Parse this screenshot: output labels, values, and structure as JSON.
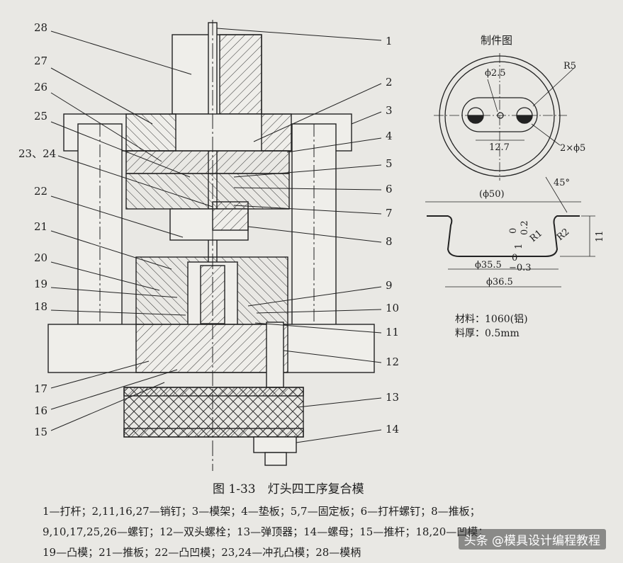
{
  "part_labels": {
    "l28": "28",
    "l27": "27",
    "l26": "26",
    "l25": "25",
    "l2324": "23、24",
    "l22": "22",
    "l21": "21",
    "l20": "20",
    "l19": "19",
    "l18": "18",
    "l17": "17",
    "l16": "16",
    "l15": "15",
    "l1": "1",
    "l2": "2",
    "l3": "3",
    "l4": "4",
    "l5": "5",
    "l6": "6",
    "l7": "7",
    "l8": "8",
    "l9": "9",
    "l10": "10",
    "l11": "11",
    "l12": "12",
    "l13": "13",
    "l14": "14"
  },
  "part_drawing": {
    "title": "制件图",
    "dims": {
      "d25": "ϕ2.5",
      "r5": "R5",
      "w127": "12.7",
      "hole": "2×ϕ5",
      "d50": "(ϕ50)",
      "a45": "45°",
      "t02": "0.2",
      "h1": "1",
      "h0": "0",
      "r1": "R1",
      "r2": "R2",
      "h11": "11",
      "d355": "ϕ35.5",
      "tol_up": "0",
      "tol_low": "−0.3",
      "d365": "ϕ36.5"
    }
  },
  "material": {
    "line1": "材料：1060(铝)",
    "line2": "料厚：0.5mm"
  },
  "caption": "图 1-33　灯头四工序复合模",
  "legend": [
    "1—打杆；2,11,16,27—销钉；3—模架；4—垫板；5,7—固定板；6—打杆螺钉；8—推板；",
    "9,10,17,25,26—螺钉；12—双头螺栓；13—弹顶器；14—螺母；15—推杆；18,20—凹模；",
    "19—凸模；21—推板；22—凸凹模；23,24—冲孔凸模；28—模柄"
  ],
  "watermark": "头条 @模具设计编程教程"
}
